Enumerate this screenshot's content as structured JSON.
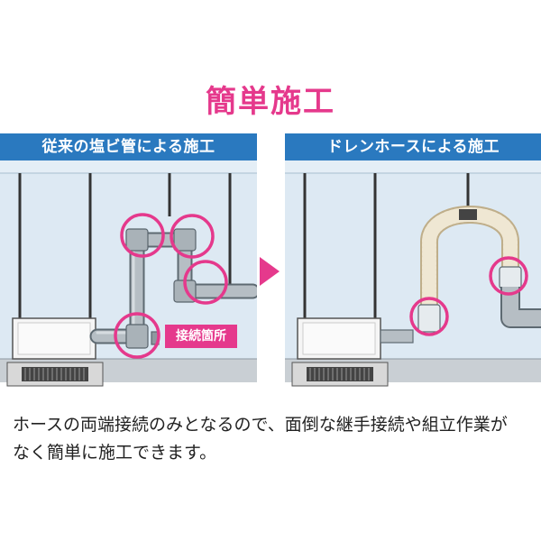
{
  "title": "簡単施工",
  "left_panel": {
    "header": "従来の塩ビ管による施工",
    "callout": "接続箇所"
  },
  "right_panel": {
    "header": "ドレンホースによる施工"
  },
  "description_lines": [
    "ホースの両端接続のみとなるので、面倒な継手接続や組立作業が",
    "なく簡単に施工できます。"
  ],
  "colors": {
    "accent": "#e5398c",
    "header_bg": "#2a79bf",
    "sky": "#dde9f3"
  },
  "icons": {
    "arrow": "arrow-right-icon"
  }
}
